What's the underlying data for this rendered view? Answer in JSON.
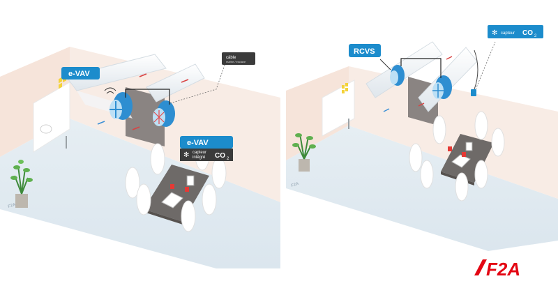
{
  "colors": {
    "wall": "#f7e6dc",
    "floor": "#e2ebf1",
    "duct": "#eef2f5",
    "accent_blue": "#1c8ccc",
    "label_dark": "#3b3b3b",
    "brand_red": "#e30613",
    "table": "#6e6a68"
  },
  "left_room": {
    "evav_label_1": "e-VAV",
    "evav_label_2": "e-VAV",
    "cable_label": "câble",
    "cable_sublabel": "maître / esclave",
    "sensor_label_line1": "capteur",
    "sensor_label_line2": "intégré",
    "sensor_unit": "CO",
    "sensor_unit_sub": "2",
    "fan_icon": "fan-icon",
    "watermark": "F2A"
  },
  "right_room": {
    "rcvs_label": "RCVS",
    "sensor_label": "capteur",
    "sensor_unit": "CO",
    "sensor_unit_sub": "2",
    "fan_icon": "fan-icon",
    "watermark": "F2A"
  },
  "brand": {
    "logo_text": "F2A"
  }
}
